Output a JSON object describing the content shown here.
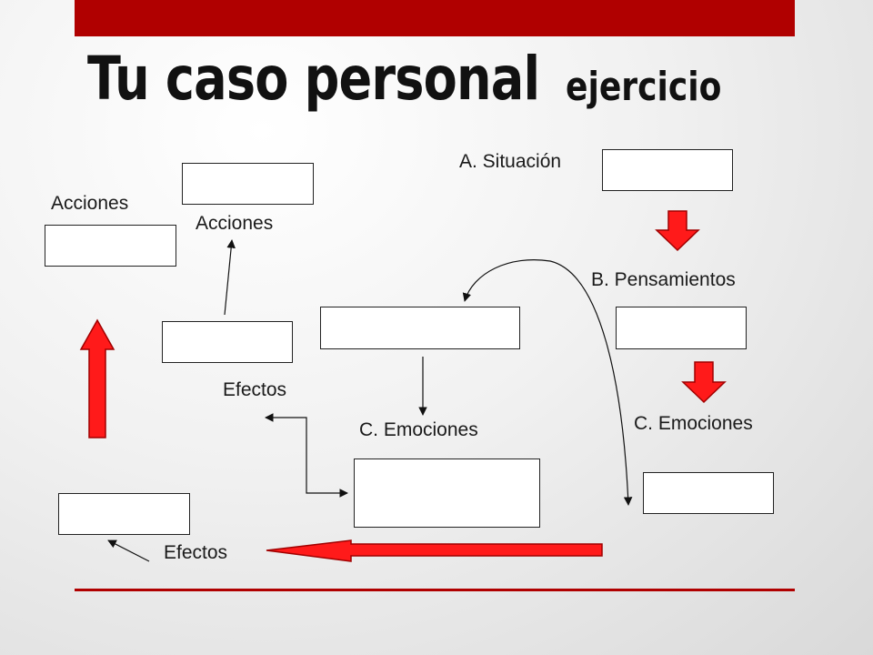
{
  "header": {
    "title": "Tu caso personal",
    "subtitle": "ejercicio"
  },
  "labels": {
    "situacion": "A. Situación",
    "pensamientos": "B. Pensamientos",
    "emociones_right": "C. Emociones",
    "emociones_center": "C. Emociones",
    "acciones_left": "Acciones",
    "acciones_center": "Acciones",
    "efectos_center": "Efectos",
    "efectos_bottom": "Efectos"
  },
  "colors": {
    "accent_bar": "#b00000",
    "arrow_fill": "#ff1a1a",
    "arrow_stroke": "#a00000"
  }
}
